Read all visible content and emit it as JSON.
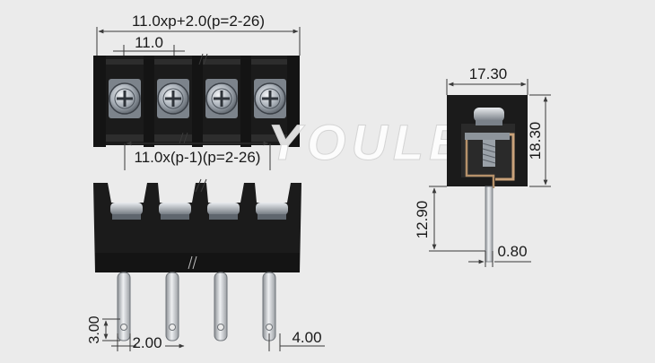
{
  "dimensions": {
    "top_total": "11.0xp+2.0(p=2-26)",
    "top_pitch": "11.0",
    "top_span": "11.0x(p-1)(p=2-26)",
    "side_width": "17.30",
    "side_height": "18.30",
    "pin_length": "12.90",
    "pin_thickness": "0.80",
    "pin_hole": "3.00",
    "pin_width": "2.00",
    "pin_spacing": "4.00"
  },
  "watermark": "YOULE",
  "colors": {
    "background": "#ebebeb",
    "housing": "#1b1b1b",
    "metal": "#b9bcc0",
    "screw": "#9fa6ae",
    "dim_line": "#3a3a3a",
    "watermark": "#ffffff"
  },
  "views": {
    "top": {
      "positions": 4
    },
    "front": {
      "positions": 4
    },
    "side": {
      "positions": 1
    }
  }
}
